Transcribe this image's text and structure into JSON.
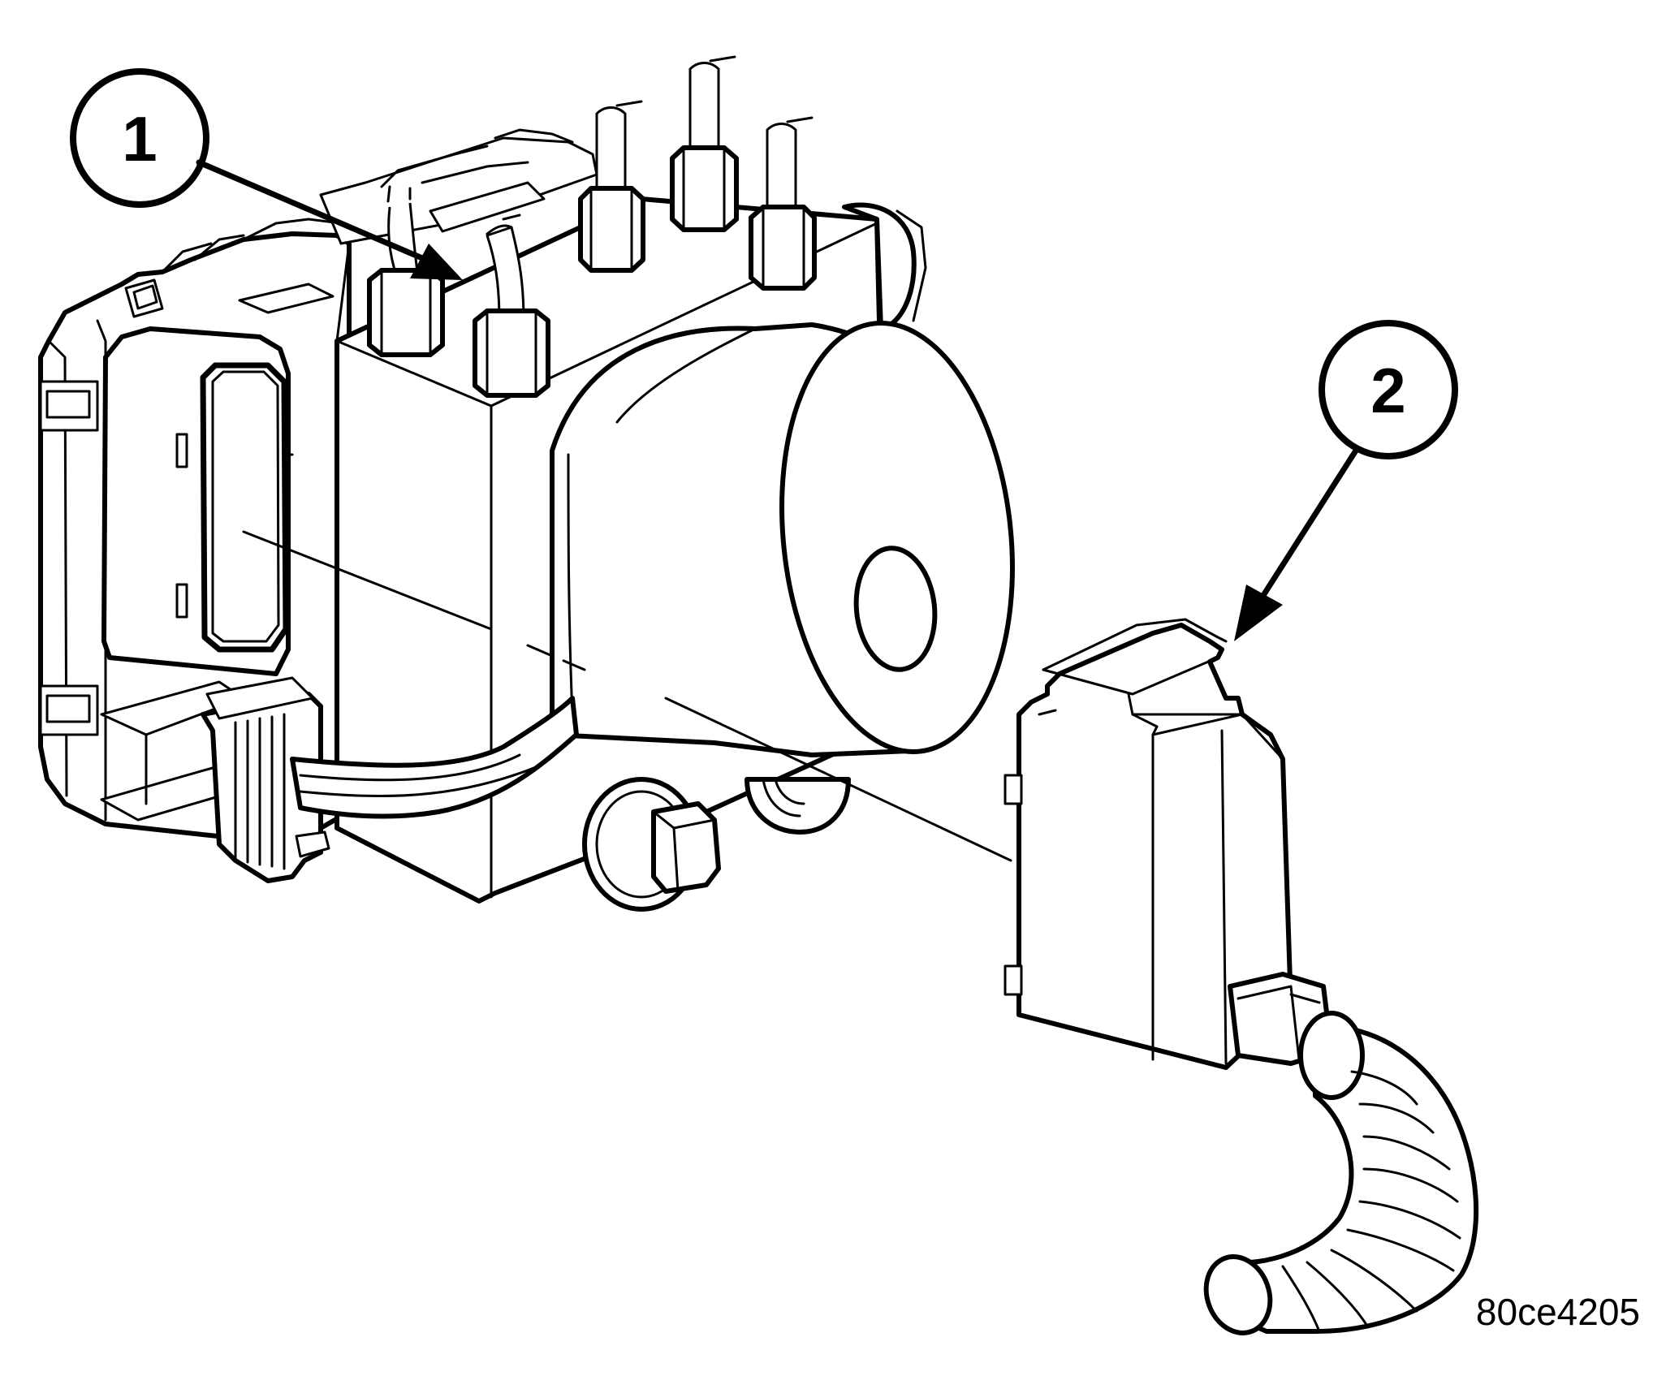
{
  "figure": {
    "callouts": [
      {
        "number": "1"
      },
      {
        "number": "2"
      }
    ],
    "figure_id": "80ce4205"
  },
  "colors": {
    "line": "#000000",
    "background": "#ffffff"
  }
}
